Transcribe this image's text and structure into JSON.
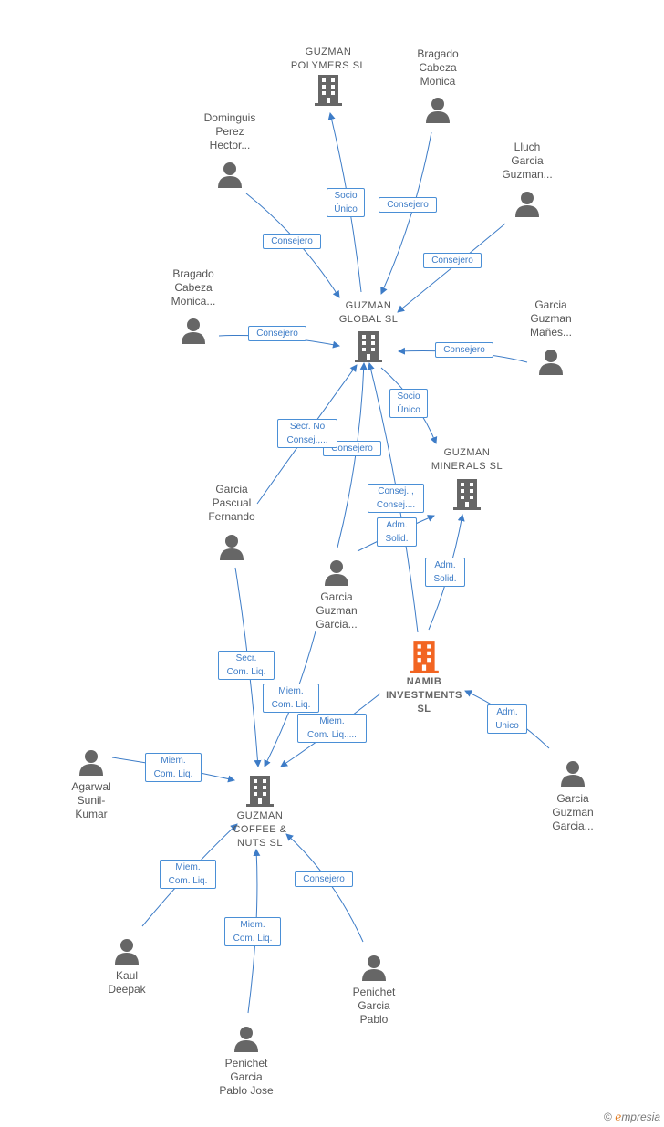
{
  "nodes": {
    "guzman_polymers": "GUZMAN\nPOLYMERS  SL",
    "bragado_1": "Bragado\nCabeza\nMonica",
    "dominguis": "Dominguis\nPerez\nHector...",
    "lluch": "Lluch\nGarcia\nGuzman...",
    "bragado_2": "Bragado\nCabeza\nMonica...",
    "guzman_global": "GUZMAN\nGLOBAL  SL",
    "garcia_guzman_manes": "Garcia\nGuzman\nMañes...",
    "guzman_minerals": "GUZMAN\nMINERALS  SL",
    "garcia_pascual": "Garcia\nPascual\nFernando",
    "garcia_guzman_garcia_1": "Garcia\nGuzman\nGarcia...",
    "namib": "NAMIB\nINVESTMENTS\nSL",
    "agarwal": "Agarwal\nSunil-\nKumar",
    "guzman_coffee": "GUZMAN\nCOFFEE &\nNUTS  SL",
    "garcia_guzman_garcia_2": "Garcia\nGuzman\nGarcia...",
    "kaul": "Kaul\nDeepak",
    "penichet_pablo": "Penichet\nGarcia\nPablo",
    "penichet_jose": "Penichet\nGarcia\nPablo Jose"
  },
  "edge_labels": {
    "socio_unico_polymers": "Socio\nÚnico",
    "consejero_bragado1": "Consejero",
    "consejero_dominguis": "Consejero",
    "consejero_lluch": "Consejero",
    "consejero_bragado2": "Consejero",
    "consejero_manes": "Consejero",
    "socio_unico_minerals": "Socio\nÚnico",
    "secr_no_consej": "Secr.  No\nConsej.,...",
    "consejero_garcia_guzman": "Consejero",
    "consej_consej": "Consej. ,\nConsej....",
    "adm_solid_1": "Adm.\nSolid.",
    "adm_solid_2": "Adm.\nSolid.",
    "secr_com_liq": "Secr.\nCom. Liq.",
    "miem_com_liq_1": "Miem.\nCom. Liq.",
    "miem_com_liq_2": "Miem.\nCom. Liq.,...",
    "adm_unico": "Adm.\nUnico",
    "miem_com_liq_agarwal": "Miem.\nCom. Liq.",
    "miem_com_liq_kaul": "Miem.\nCom. Liq.",
    "miem_com_liq_jose": "Miem.\nCom. Liq.",
    "consejero_penichet": "Consejero"
  },
  "footer": {
    "copyright": "©",
    "brand": "mpresia",
    "brand_initial": "e"
  },
  "colors": {
    "edge": "#3d7cc7",
    "company": "#666666",
    "focus": "#f26522",
    "person": "#666666"
  }
}
